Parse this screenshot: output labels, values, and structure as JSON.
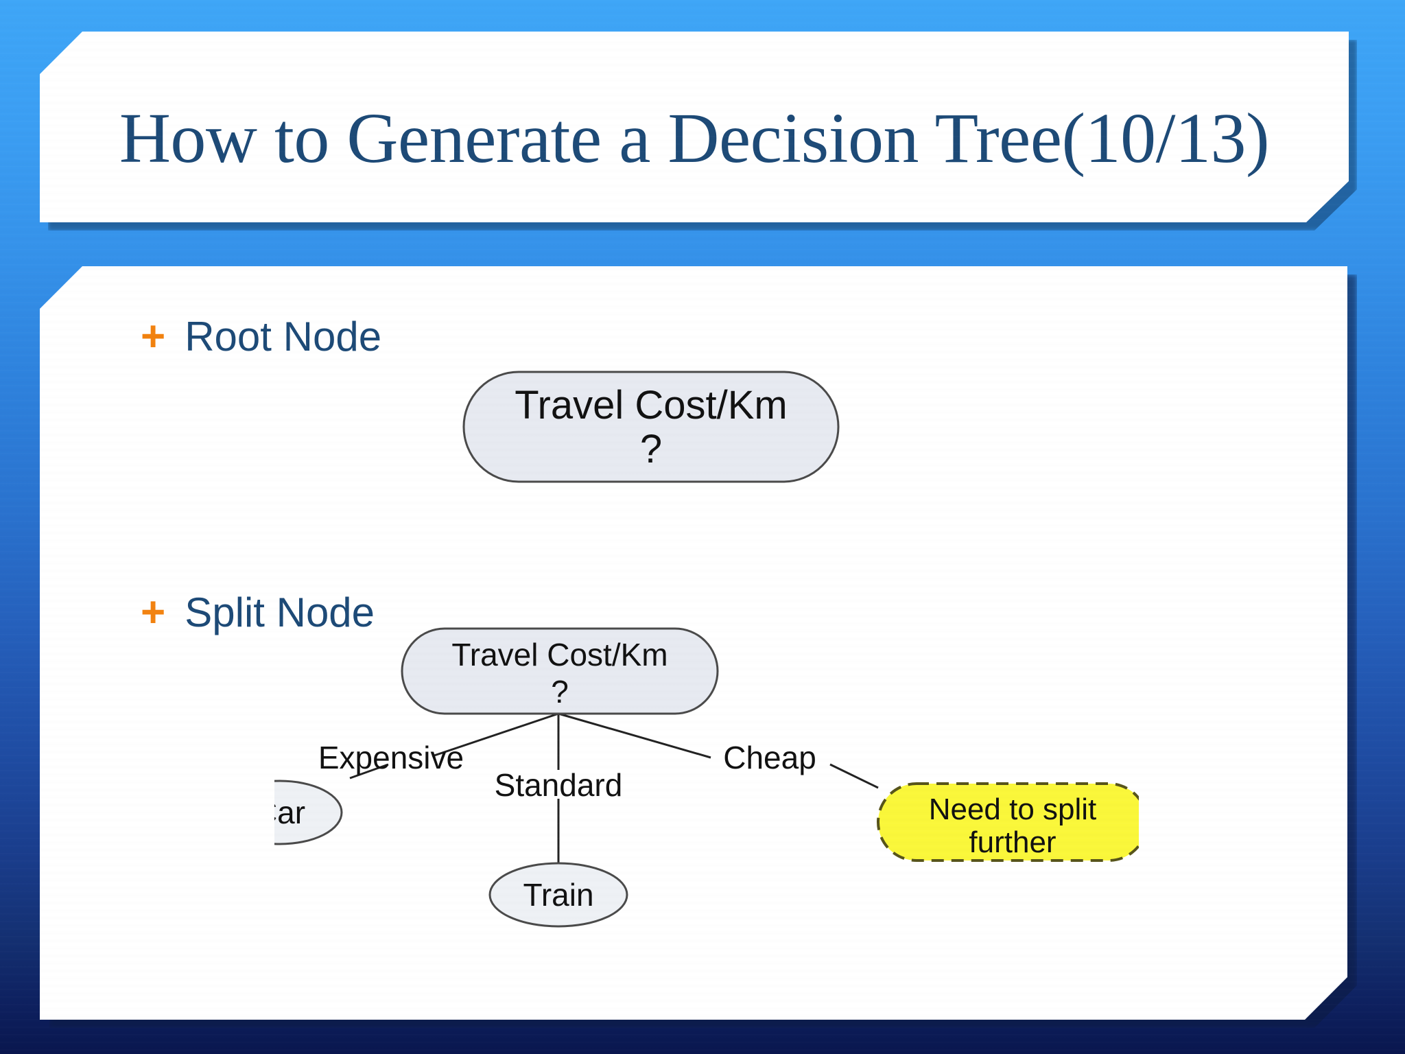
{
  "slide": {
    "title": "How to Generate a Decision Tree(10/13)",
    "background_top_color": "#3ea6f7",
    "background_bottom_color": "#09164e",
    "title_color": "#1d4a77",
    "bullet_marker_color": "#f2820f"
  },
  "bullets": [
    {
      "marker": "+",
      "label": "Root Node"
    },
    {
      "marker": "+",
      "label": "Split Node"
    }
  ],
  "diagrams": {
    "root": {
      "caption": "Root Node",
      "node": {
        "shape": "rounded-rect",
        "fill": "#e7eaf1",
        "stroke": "#444444",
        "line1": "Travel Cost/Km",
        "line2": "?"
      }
    },
    "split": {
      "caption": "Split Node",
      "root_node": {
        "shape": "rounded-rect",
        "fill": "#e7eaf1",
        "stroke": "#444444",
        "line1": "Travel Cost/Km",
        "line2": "?"
      },
      "edges": [
        {
          "label": "Expensive",
          "target": "Car"
        },
        {
          "label": "Standard",
          "target": "Train"
        },
        {
          "label": "Cheap",
          "target": "Need to split further"
        }
      ],
      "leaves": [
        {
          "shape": "ellipse",
          "fill": "#eef1f5",
          "stroke": "#444444",
          "border": "solid",
          "label": "Car"
        },
        {
          "shape": "ellipse",
          "fill": "#eef1f5",
          "stroke": "#444444",
          "border": "solid",
          "label": "Train"
        },
        {
          "shape": "rounded-rect",
          "fill": "#faf73a",
          "stroke": "#5b5a17",
          "border": "dashed",
          "line1": "Need to split",
          "line2": "further"
        }
      ]
    }
  }
}
